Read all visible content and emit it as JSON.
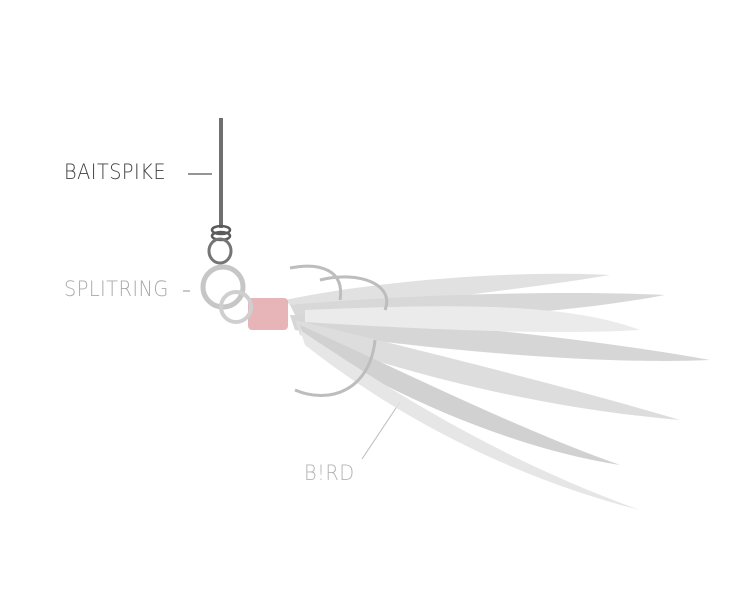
{
  "diagram": {
    "subject": "fishing rig with baitspike, splitring and feather bird",
    "labels": [
      {
        "id": "baitspike",
        "text": "BAITSPIKE",
        "emphasis": "dark",
        "color": "#3f3f3f"
      },
      {
        "id": "splitring",
        "text": "SPLITRING",
        "emphasis": "faded",
        "color": "#a9a9a9"
      },
      {
        "id": "bird",
        "text": "B!RD",
        "emphasis": "faded",
        "color": "#b3b3b3"
      }
    ],
    "colors": {
      "background": "#ffffff",
      "metal": "#6f6f6f",
      "ring": "#c4c4c4",
      "wrap": "#e3a8ac",
      "feather": "#d6d6d6",
      "leader_line": "#9a9a9a"
    }
  }
}
